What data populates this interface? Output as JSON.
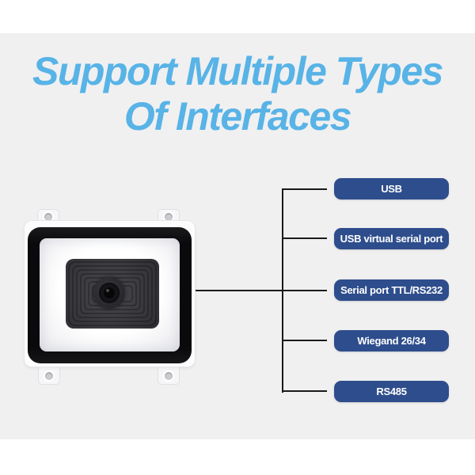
{
  "title": {
    "line1": "Support Multiple Types",
    "line2": "Of Interfaces"
  },
  "device": {
    "name": "qr-code-scanner-module"
  },
  "interfaces": {
    "items": [
      {
        "label": "USB"
      },
      {
        "label": "USB virtual serial port"
      },
      {
        "label": "Serial port TTL/RS232"
      },
      {
        "label": "Wiegand 26/34"
      },
      {
        "label": "RS485"
      }
    ]
  },
  "colors": {
    "background": "#f0f0f1",
    "band": "#ffffff",
    "title": "#58b3e6",
    "button_bg": "#2e4d8c",
    "button_text": "#ffffff",
    "connector_line": "#1a1a1a"
  }
}
